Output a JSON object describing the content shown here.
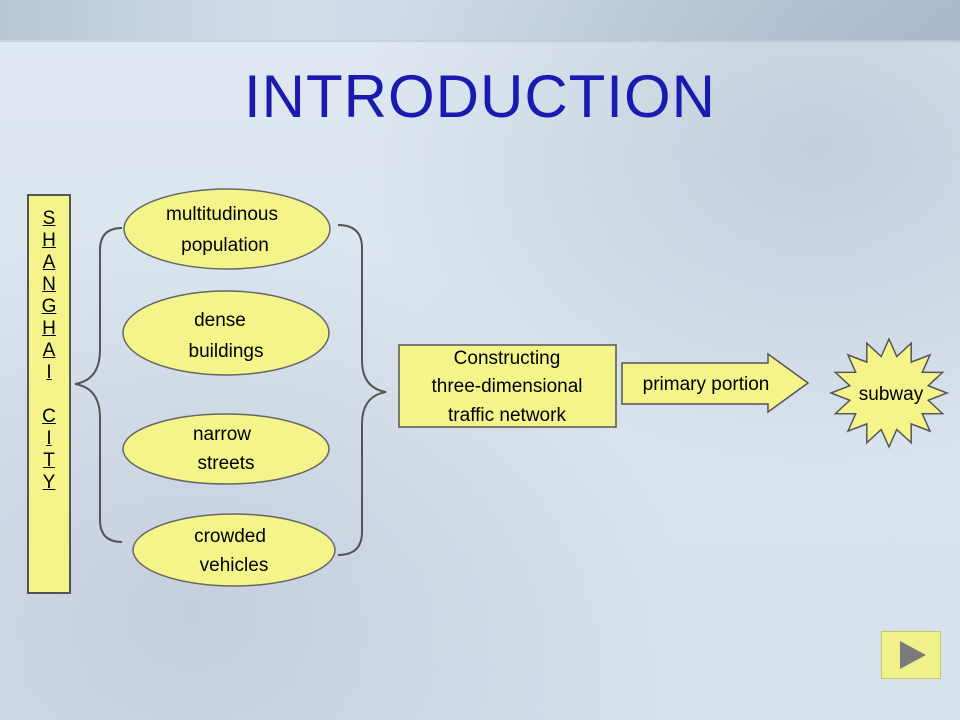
{
  "title": "INTRODUCTION",
  "city_label": [
    "S",
    "H",
    "A",
    "N",
    "G",
    "H",
    "A",
    "I",
    "",
    "C",
    "I",
    "T",
    "Y"
  ],
  "factors": [
    {
      "line1": "multitudinous",
      "line2": "population"
    },
    {
      "line1": "dense",
      "line2": "buildings"
    },
    {
      "line1": "narrow",
      "line2": "streets"
    },
    {
      "line1": "crowded",
      "line2": "vehicles"
    }
  ],
  "result": {
    "line1": "Constructing",
    "line2": "three-dimensional",
    "line3": "traffic network"
  },
  "arrow_label": "primary portion",
  "burst_label": "subway",
  "colors": {
    "title": "#1a1ab0",
    "shape_fill": "#f4f48a",
    "outline": "#555555"
  },
  "icons": {
    "next_button": "play-arrow-icon"
  }
}
